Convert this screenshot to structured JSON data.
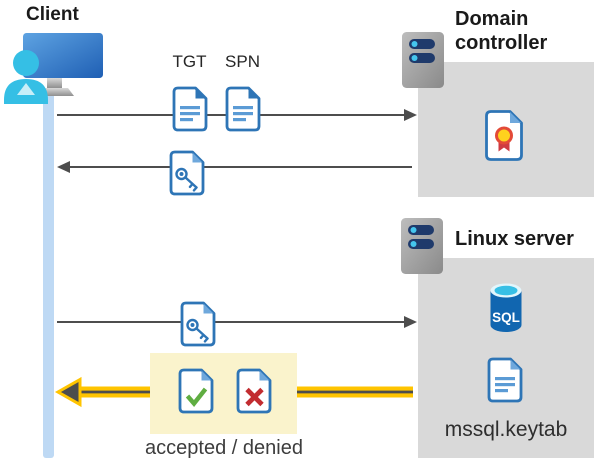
{
  "client": {
    "label": "Client"
  },
  "domain_controller": {
    "label": "Domain controller"
  },
  "linux_server": {
    "label": "Linux server",
    "sql_badge": "SQL",
    "keytab_file": "mssql.keytab"
  },
  "flow": {
    "tgt": "TGT",
    "spn": "SPN",
    "result": "accepted / denied"
  },
  "icons": {
    "client": "person-at-computer-icon",
    "server": "server-icon",
    "document": "document-icon",
    "key_ticket": "key-document-icon",
    "certificate": "certificate-icon",
    "sql_database": "sql-database-icon",
    "accepted": "check-document-icon",
    "denied": "cross-document-icon"
  },
  "colors": {
    "doc_border_blue": "#2e75b6",
    "doc_line_blue": "#5b9bd5",
    "box_gray": "#d9d9d9",
    "arrow_gray": "#4d4d4d",
    "lifeline_blue": "#bed9f4",
    "highlight_yellow_bg": "#faf3cc",
    "arrow_yellow": "#ffc400",
    "check_green": "#5fad41",
    "cross_red": "#c22c30",
    "person_cyan": "#35bfe5",
    "sql_blue": "#1166b0",
    "server_pill_navy": "#1f3a6b"
  }
}
